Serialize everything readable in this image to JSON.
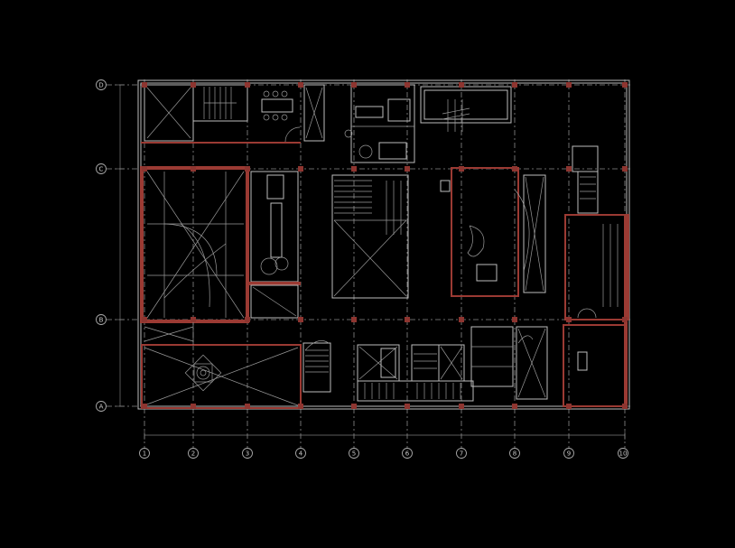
{
  "drawing": {
    "row_labels": [
      "D",
      "C",
      "B",
      "A"
    ],
    "column_labels": [
      "1",
      "2",
      "3",
      "4",
      "5",
      "6",
      "7",
      "8",
      "9",
      "10"
    ]
  },
  "colors": {
    "background": "#000000",
    "line": "#bdbdbd",
    "accent": "#9b3a33"
  }
}
